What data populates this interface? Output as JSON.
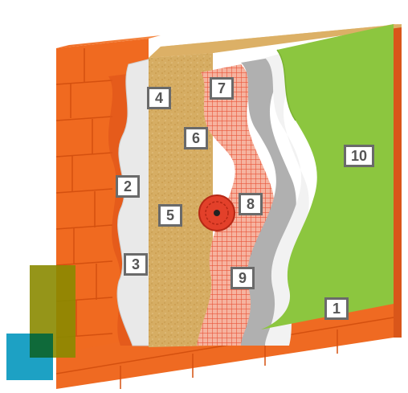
{
  "diagram": {
    "layers": [
      {
        "id": "layer-1",
        "number": "1"
      },
      {
        "id": "layer-2",
        "number": "2"
      },
      {
        "id": "layer-3",
        "number": "3"
      },
      {
        "id": "layer-4",
        "number": "4"
      },
      {
        "id": "layer-5",
        "number": "5"
      },
      {
        "id": "layer-6",
        "number": "6"
      },
      {
        "id": "layer-7",
        "number": "7"
      },
      {
        "id": "layer-8",
        "number": "8"
      },
      {
        "id": "layer-9",
        "number": "9"
      },
      {
        "id": "layer-10",
        "number": "10"
      }
    ]
  },
  "colors": {
    "brick": "#f26a21",
    "brick_dark": "#c84a10",
    "mortar": "#e85a18",
    "insulation": "#d9b26a",
    "mesh": "#f0806a",
    "plaster_grey": "#a9a9a9",
    "primer_white": "#f4f4f4",
    "finish_green": "#8dc63f",
    "logo_olive": "#8a8a00",
    "logo_teal": "#1da1c4",
    "logo_dark": "#0f6a3a"
  }
}
